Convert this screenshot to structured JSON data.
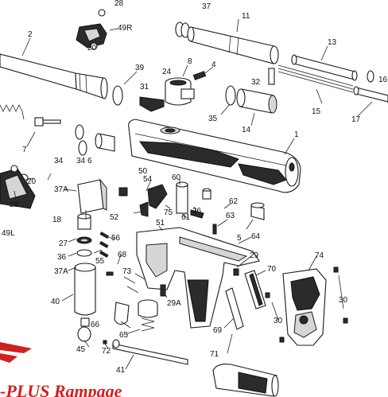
{
  "labels": {
    "l28a": "28",
    "l2": "2",
    "l49R": "49R",
    "l20a": "20",
    "l37a": "37",
    "l11": "11",
    "l13": "13",
    "l8": "8",
    "l39": "39",
    "l24": "24",
    "l4": "4",
    "l16": "16",
    "l31": "31",
    "l32": "32",
    "l35": "35",
    "l15": "15",
    "l17": "17",
    "l14": "14",
    "l7": "7",
    "l34a": "34",
    "l34b": "34",
    "l6": "6",
    "l1": "1",
    "l20b": "20",
    "l37A": "37A",
    "l50": "50",
    "l54": "54",
    "l60": "60",
    "l28b": "28",
    "l18": "18",
    "l52": "52",
    "l75": "75",
    "l26": "26",
    "l62": "62",
    "l61": "61",
    "l63": "63",
    "l49L": "49L",
    "l27": "27",
    "l51": "51",
    "l5": "5",
    "l56": "56",
    "l64": "64",
    "l36": "36",
    "l55": "55",
    "l37A2": "37A",
    "l68": "68",
    "l73": "73",
    "l29a": "29",
    "l70": "70",
    "l74": "74",
    "l40": "40",
    "l29A": "29A",
    "l66": "66",
    "l65": "65",
    "l69": "69",
    "l30a": "30",
    "l30b": "30",
    "l45": "45",
    "l72": "72",
    "l71": "71",
    "l41": "41"
  },
  "logo_text": "-PLUS Rampage",
  "colors": {
    "logo_red": "#d21f1f",
    "ink": "#1a1a1a"
  }
}
